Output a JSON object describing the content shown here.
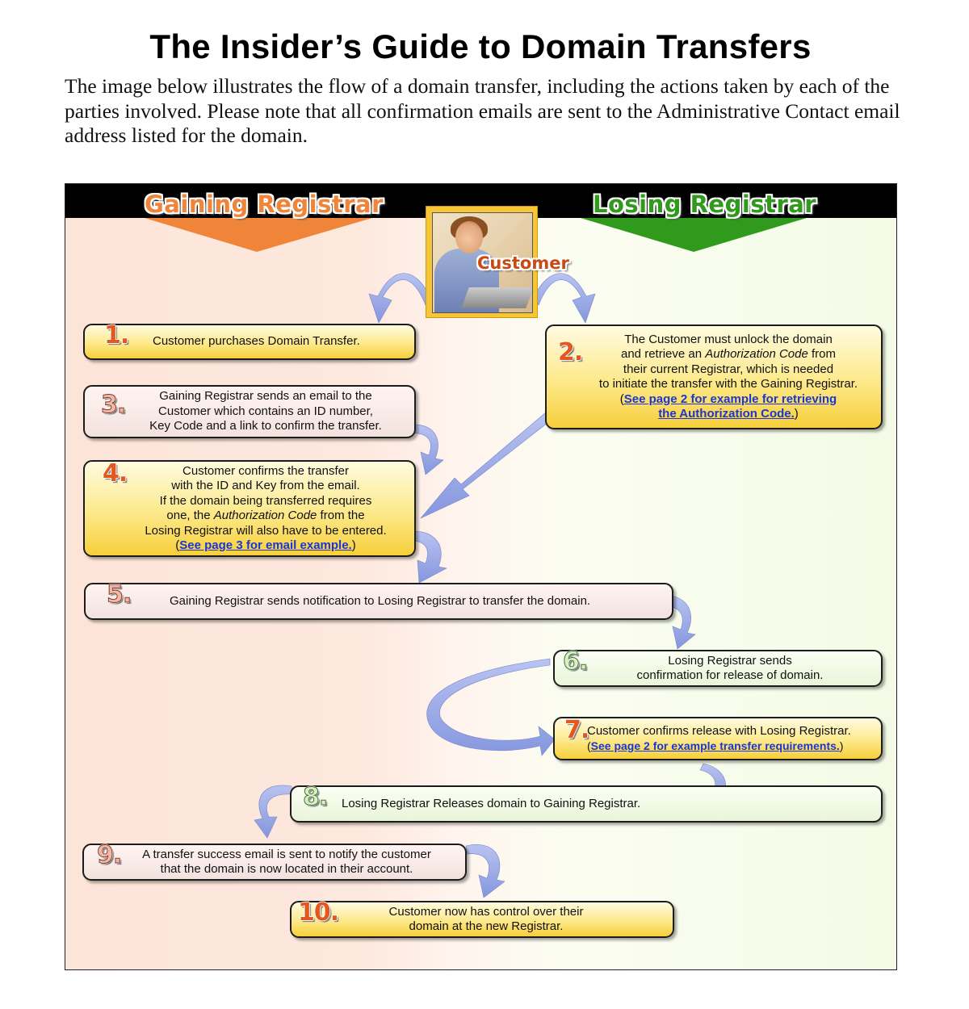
{
  "document": {
    "title": "The Insider’s Guide to Domain Transfers",
    "intro": "The image below illustrates the flow of a domain transfer, including the actions taken by each of the parties involved. Please note that all confirmation emails are sent to the Administrative Contact email address listed for the domain."
  },
  "diagram": {
    "gaining_label": "Gaining Registrar",
    "losing_label": "Losing Registrar",
    "customer_label": "Customer",
    "colors": {
      "gaining": "#f0853a",
      "losing": "#2f9a1b",
      "arrow": "#8c9de3",
      "link": "#1a35d6",
      "number": "#e2581f"
    },
    "steps": [
      {
        "num": "1.",
        "lines": [
          "Customer purchases Domain Transfer."
        ]
      },
      {
        "num": "2.",
        "l1": "The Customer must unlock the domain",
        "l2a": "and retrieve an ",
        "l2i": "Authorization Code",
        "l2b": " from",
        "l3": "their current Registrar, which is needed",
        "l4": "to initiate the transfer with the Gaining Registrar.",
        "link1": "See page 2 for example for retrieving",
        "link2": "the Authorization Code."
      },
      {
        "num": "3.",
        "lines": [
          "Gaining Registrar sends an email to the",
          "Customer which contains an ID number,",
          "Key Code and a link to confirm the transfer."
        ]
      },
      {
        "num": "4.",
        "l1": "Customer confirms the transfer",
        "l2": "with the ID and Key from the email.",
        "l3": "If the domain being transferred requires",
        "l4a": "one, the ",
        "l4i": "Authorization Code",
        "l4b": " from the",
        "l5": "Losing Registrar will also have to be entered.",
        "link": "See page 3 for email example."
      },
      {
        "num": "5.",
        "lines": [
          "Gaining Registrar sends notification to Losing Registrar to transfer the domain."
        ]
      },
      {
        "num": "6.",
        "lines": [
          "Losing Registrar sends",
          "confirmation for release of domain."
        ]
      },
      {
        "num": "7.",
        "l1": "Customer confirms release with Losing Registrar.",
        "link": "See page 2 for example transfer requirements."
      },
      {
        "num": "8.",
        "lines": [
          "Losing Registrar Releases domain to Gaining Registrar."
        ]
      },
      {
        "num": "9.",
        "lines": [
          "A transfer success email is sent to notify the customer",
          "that the domain is now located in their account."
        ]
      },
      {
        "num": "10.",
        "lines": [
          "Customer now has control over their",
          "domain at the new Registrar."
        ]
      }
    ]
  }
}
